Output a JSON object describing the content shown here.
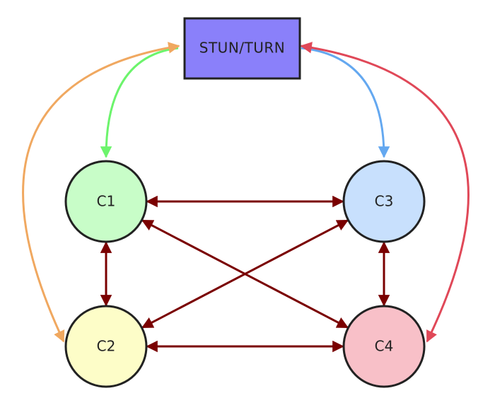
{
  "server": {
    "label": "STUN/TURN",
    "fill": "#8a80fa",
    "stroke": "#222222"
  },
  "clients": [
    {
      "id": "c1",
      "label": "C1",
      "fill": "#c8fdc8"
    },
    {
      "id": "c2",
      "label": "C2",
      "fill": "#fdfdc8"
    },
    {
      "id": "c3",
      "label": "C3",
      "fill": "#c8e0fd"
    },
    {
      "id": "c4",
      "label": "C4",
      "fill": "#f8c0c8"
    }
  ],
  "server_links": [
    {
      "to": "c1",
      "color": "#6cf46c",
      "arrow_at_server": false,
      "arrow_at_client": true
    },
    {
      "to": "c2",
      "color": "#f0a860",
      "arrow_at_server": true,
      "arrow_at_client": true
    },
    {
      "to": "c3",
      "color": "#64a8f0",
      "arrow_at_server": false,
      "arrow_at_client": true
    },
    {
      "to": "c4",
      "color": "#e04858",
      "arrow_at_server": true,
      "arrow_at_client": true
    }
  ],
  "peer_links": [
    {
      "from": "c1",
      "to": "c3"
    },
    {
      "from": "c1",
      "to": "c2"
    },
    {
      "from": "c3",
      "to": "c4"
    },
    {
      "from": "c2",
      "to": "c4"
    },
    {
      "from": "c1",
      "to": "c4"
    },
    {
      "from": "c3",
      "to": "c2"
    }
  ],
  "peer_link_color": "#7a0000"
}
